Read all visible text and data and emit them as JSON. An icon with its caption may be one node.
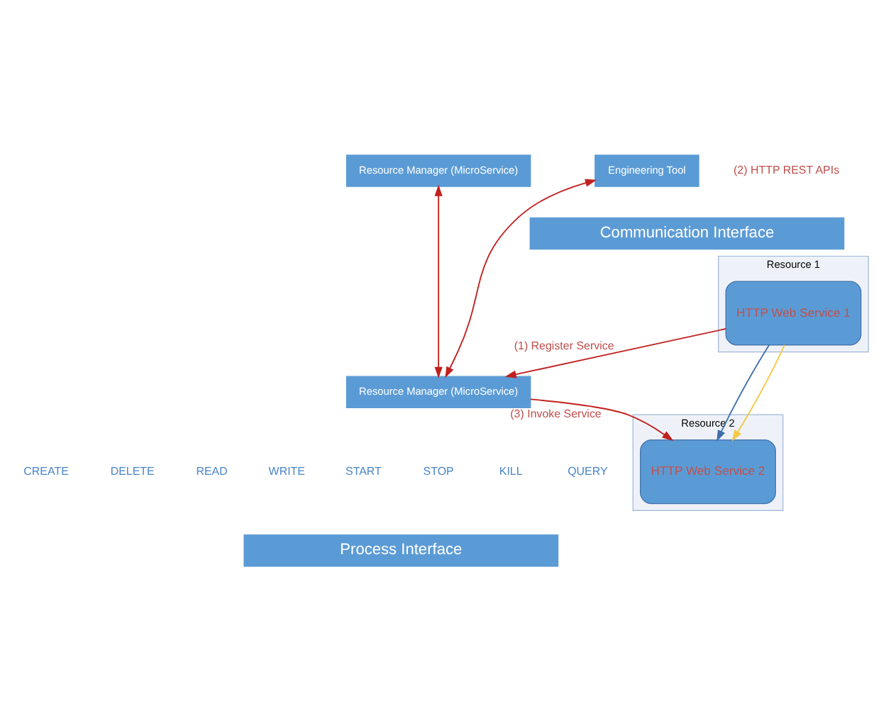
{
  "diagram": {
    "nodes": [
      {
        "text": [
          "Engineering Tool"
        ]
      },
      {
        "text": [
          "Resource Manager (MicroService)"
        ]
      },
      {
        "text": [
          "Communication Interface"
        ]
      },
      {
        "text": [
          "Resource 1"
        ]
      },
      {
        "text": [
          "HTTP Web Service 1"
        ],
        "in": 3
      },
      {
        "text": [
          "Resource 2"
        ]
      },
      {
        "text": [
          "HTTP Web Service 2"
        ],
        "in": 5
      },
      {
        "text": [
          "Resource Manager (MicroService)"
        ]
      },
      {
        "text": [
          "Process Interface"
        ]
      }
    ],
    "edges": [
      {
        "from": 0,
        "to": 7,
        "arrow": "both",
        "color": "#c0201e"
      },
      {
        "from": 1,
        "to": 7,
        "arrow": "both",
        "color": "#c0201e"
      },
      {
        "from": 4,
        "to": 7,
        "arrow": "to",
        "label": "(1) Register Service",
        "color": "#c0201e"
      },
      {
        "from": 7,
        "to": 6,
        "arrow": "to",
        "label": "(3) Invoke Service",
        "color": "#c0201e"
      },
      {
        "from": 4,
        "to": 6,
        "arrow": "to",
        "color": "#3f6fa8"
      },
      {
        "from": 4,
        "to": 6,
        "arrow": "to",
        "color": "#f5c842"
      }
    ],
    "labels": [
      "(2) HTTP REST APIs",
      "CREATE",
      "DELETE",
      "READ",
      "WRITE",
      "START",
      "STOP",
      "KILL",
      "QUERY"
    ]
  }
}
